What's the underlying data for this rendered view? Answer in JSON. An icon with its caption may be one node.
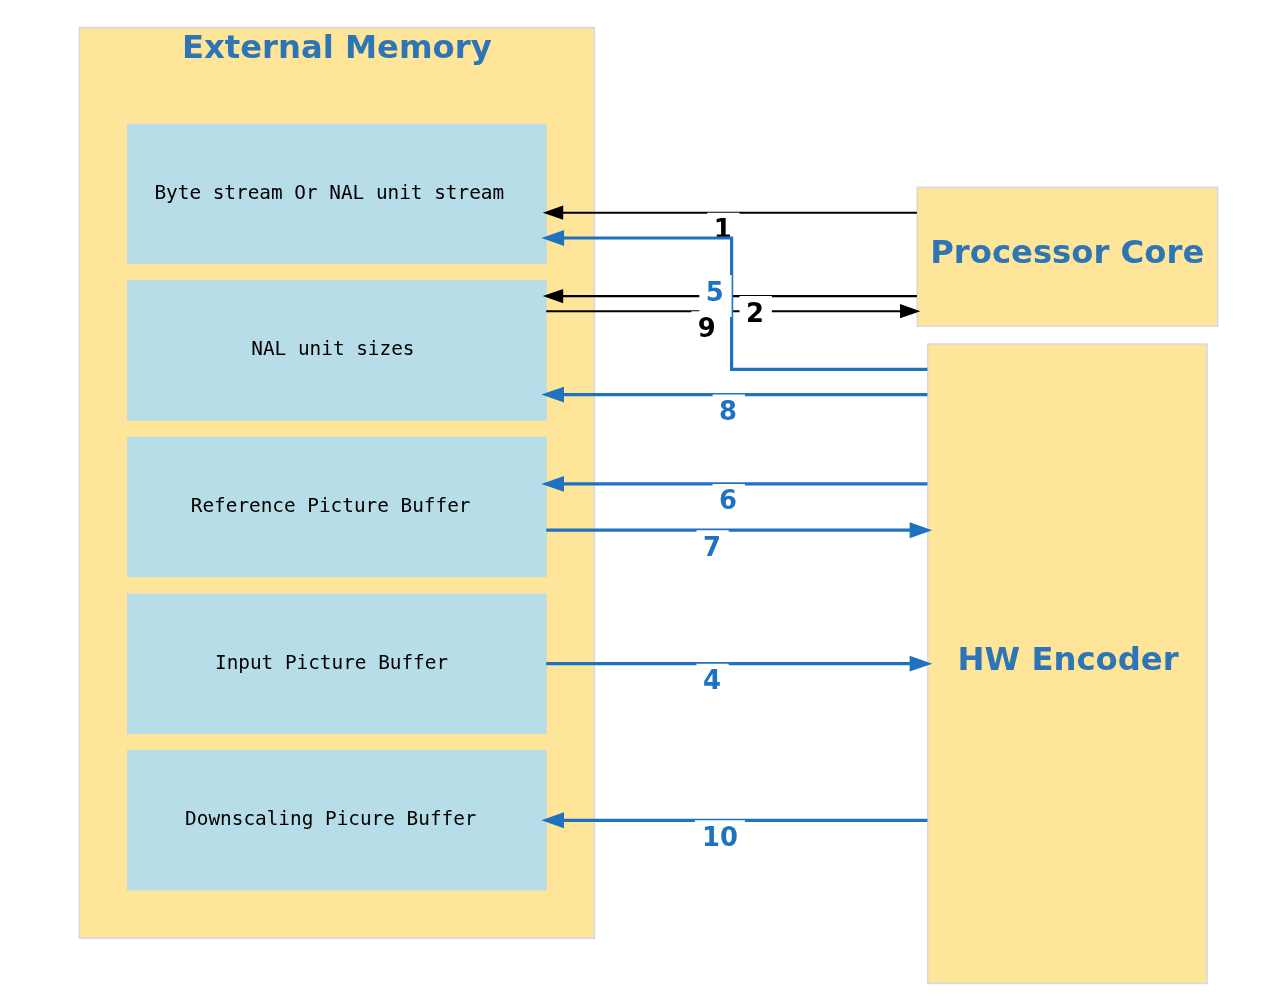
{
  "diagram": {
    "nodes": [
      {
        "text": [
          "External Memory"
        ]
      },
      {
        "text": [
          "Byte stream Or NAL unit stream"
        ],
        "in": 0
      },
      {
        "text": [
          "NAL unit sizes"
        ],
        "in": 0
      },
      {
        "text": [
          "Reference Picture Buffer"
        ],
        "in": 0
      },
      {
        "text": [
          "Input Picture Buffer"
        ],
        "in": 0
      },
      {
        "text": [
          "Downscaling Picure Buffer"
        ],
        "in": 0
      },
      {
        "text": [
          "Processor Core"
        ]
      },
      {
        "text": [
          "HW Encoder"
        ]
      }
    ],
    "edges": [
      {
        "from": 6,
        "to": 1,
        "arrow": "to",
        "label": "1",
        "color": "#000000"
      },
      {
        "from": 7,
        "to": 1,
        "arrow": "to",
        "label": "5"
      },
      {
        "from": 2,
        "to": 6,
        "arrow": "to",
        "label": "9",
        "color": "#000000"
      },
      {
        "from": 6,
        "to": 2,
        "arrow": "to",
        "label": "2",
        "color": "#000000"
      },
      {
        "from": 7,
        "to": 2,
        "arrow": "to",
        "label": "8"
      },
      {
        "from": 7,
        "to": 3,
        "arrow": "to",
        "label": "6"
      },
      {
        "from": 3,
        "to": 7,
        "arrow": "to",
        "label": "7"
      },
      {
        "from": 4,
        "to": 7,
        "arrow": "to",
        "label": "4"
      },
      {
        "from": 7,
        "to": 5,
        "arrow": "to",
        "label": "10"
      }
    ]
  }
}
